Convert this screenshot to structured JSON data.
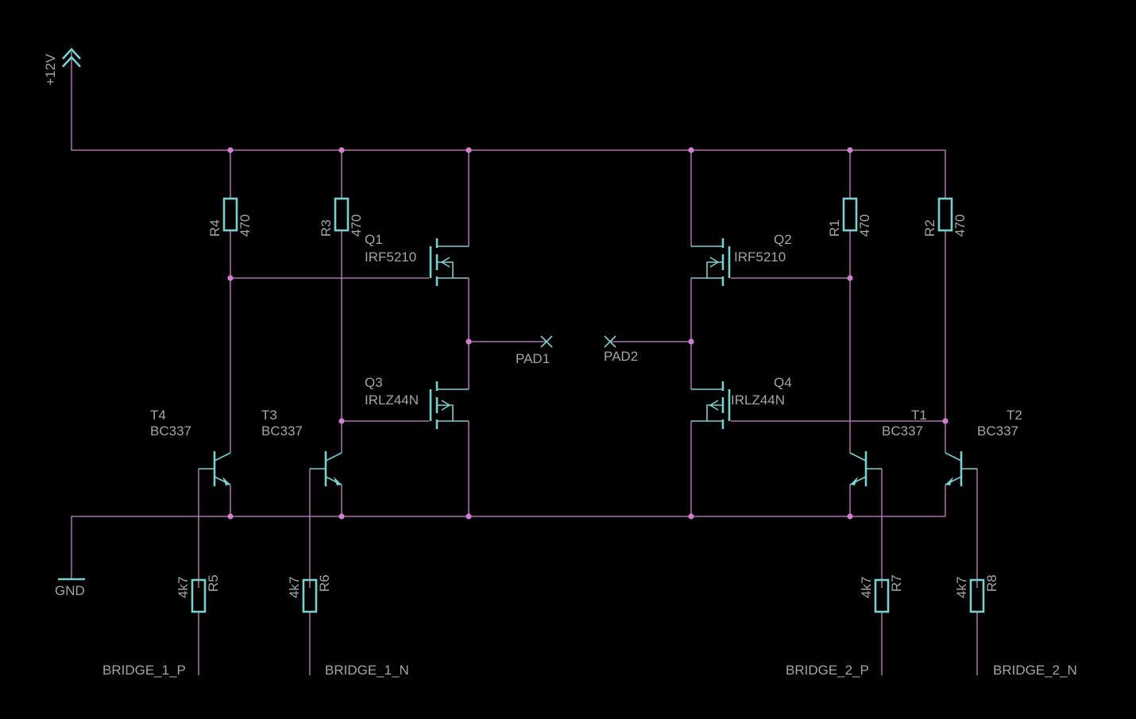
{
  "colors": {
    "background": "#000000",
    "wire": "#c786c7",
    "junction": "#d27fd2",
    "symbol": "#7ad0d0",
    "label": "#a4a4a4"
  },
  "supply": {
    "label": "+12V",
    "icon": "supply-arrow-icon"
  },
  "ground": {
    "label": "GND",
    "icon": "ground-bar-icon"
  },
  "resistors": {
    "r1": {
      "name": "R1",
      "value": "470"
    },
    "r2": {
      "name": "R2",
      "value": "470"
    },
    "r3": {
      "name": "R3",
      "value": "470"
    },
    "r4": {
      "name": "R4",
      "value": "470"
    },
    "r5": {
      "name": "R5",
      "value": "4k7"
    },
    "r6": {
      "name": "R6",
      "value": "4k7"
    },
    "r7": {
      "name": "R7",
      "value": "4k7"
    },
    "r8": {
      "name": "R8",
      "value": "4k7"
    }
  },
  "mosfets": {
    "q1": {
      "name": "Q1",
      "part": "IRF5210"
    },
    "q2": {
      "name": "Q2",
      "part": "IRF5210"
    },
    "q3": {
      "name": "Q3",
      "part": "IRLZ44N"
    },
    "q4": {
      "name": "Q4",
      "part": "IRLZ44N"
    }
  },
  "transistors": {
    "t1": {
      "name": "T1",
      "part": "BC337"
    },
    "t2": {
      "name": "T2",
      "part": "BC337"
    },
    "t3": {
      "name": "T3",
      "part": "BC337"
    },
    "t4": {
      "name": "T4",
      "part": "BC337"
    }
  },
  "pads": {
    "pad1": {
      "name": "PAD1"
    },
    "pad2": {
      "name": "PAD2"
    }
  },
  "nets": {
    "bridge_1_p": "BRIDGE_1_P",
    "bridge_1_n": "BRIDGE_1_N",
    "bridge_2_p": "BRIDGE_2_P",
    "bridge_2_n": "BRIDGE_2_N"
  }
}
